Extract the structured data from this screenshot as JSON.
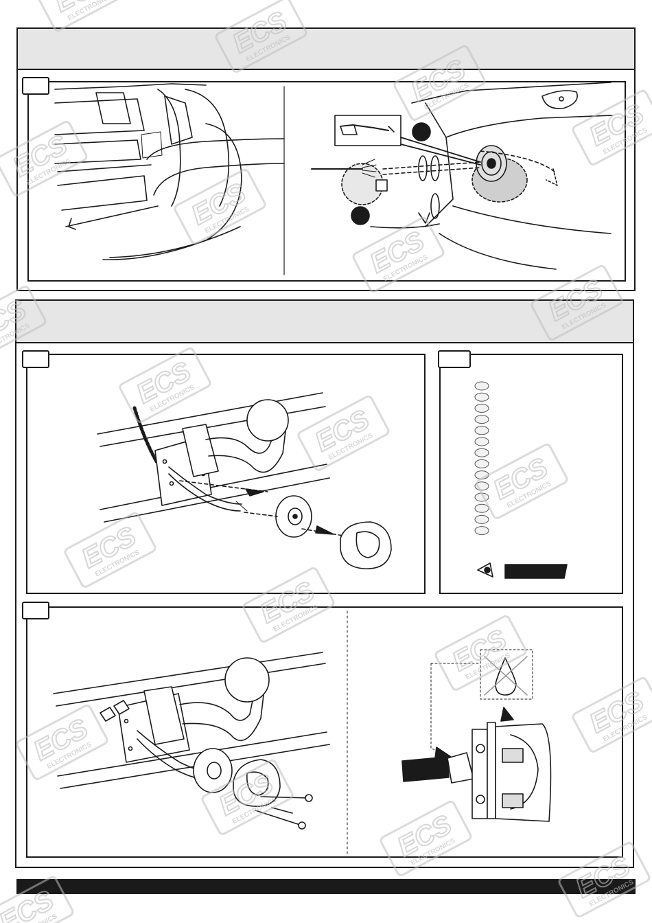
{
  "document": {
    "brand_watermark": "ECS",
    "brand_watermark_sub": "ELECTRONICS"
  },
  "colors": {
    "line": "#1a1a1a",
    "header_fill": "#e6e6e6",
    "shade_fill": "#cfcfcf",
    "watermark": "#bdbdbd"
  },
  "icons": {
    "step_marker": "filled-circle",
    "check_box": "empty-square",
    "eye": "eye-icon",
    "drop": "water-drop-icon"
  },
  "pins_panel": {
    "pin_count": 14
  }
}
